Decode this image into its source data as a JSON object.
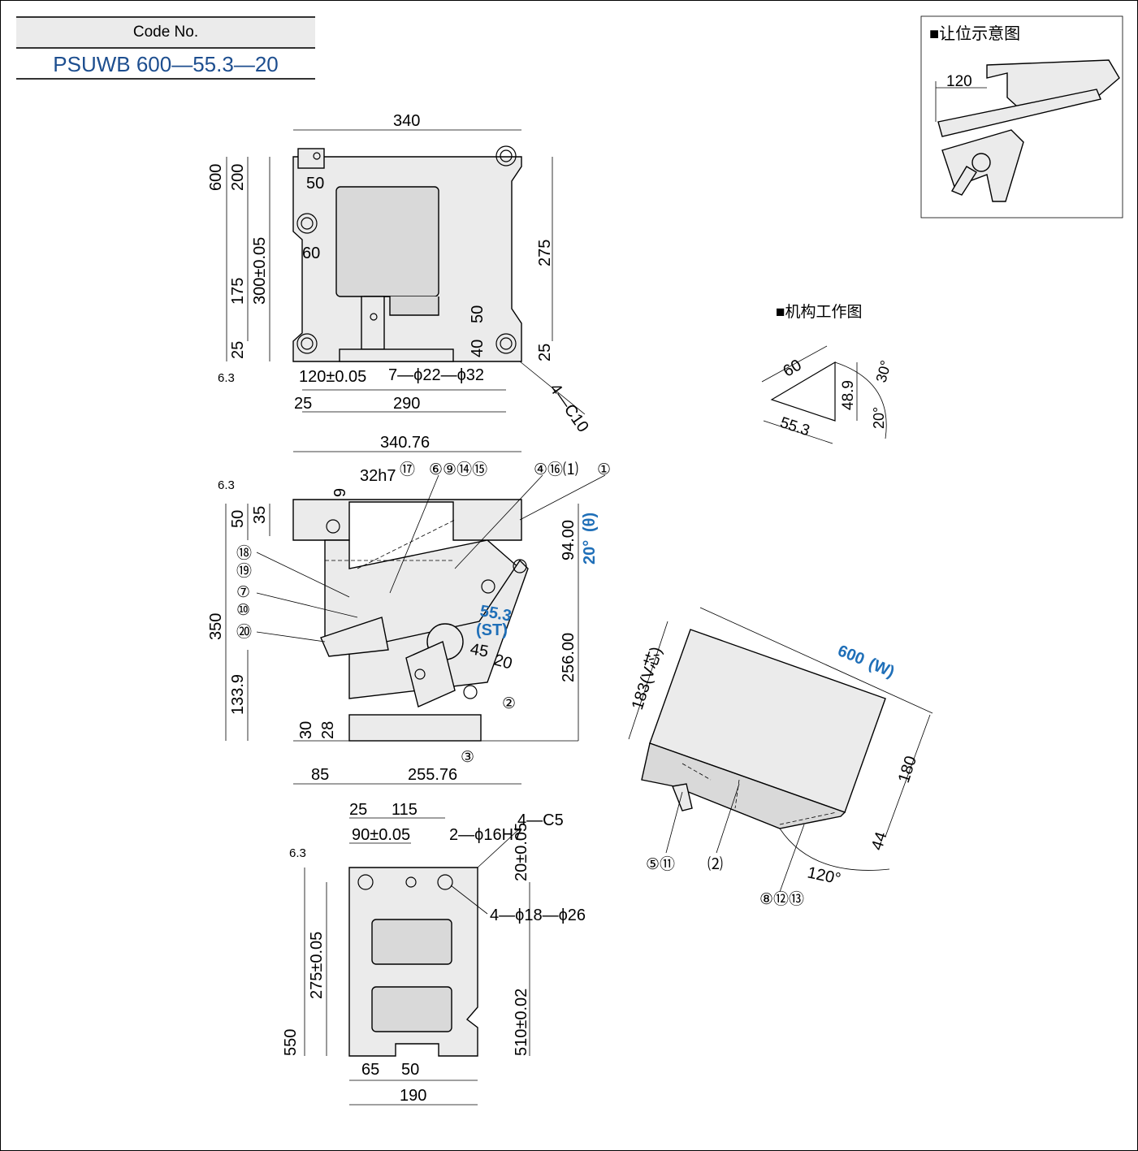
{
  "code_box": {
    "header": "Code No.",
    "value": "PSUWB 600—55.3—20"
  },
  "inset_clearance": {
    "title": "■让位示意图",
    "dim_120": "120"
  },
  "inset_mechanism": {
    "title": "■机构工作图",
    "d60": "60",
    "d48_9": "48.9",
    "d55_3": "55.3",
    "a30": "30°",
    "a20": "20°"
  },
  "top_view": {
    "d340": "340",
    "d600": "600",
    "d200": "200",
    "d50a": "50",
    "d60": "60",
    "d300": "300±0.05",
    "d175": "175",
    "d275": "275",
    "d50b": "50",
    "d40": "40",
    "d25a": "25",
    "d25b": "25",
    "d120": "120±0.05",
    "holes": "7—ϕ22—ϕ32",
    "chamfer": "4—C10",
    "d25c": "25",
    "d290": "290",
    "rough": "6.3"
  },
  "front_view": {
    "d340_76": "340.76",
    "d32h7": "32h7",
    "d9": "9",
    "d50": "50",
    "d35": "35",
    "d350": "350",
    "d133_9": "133.9",
    "d30": "30",
    "d28": "28",
    "d85": "85",
    "d255_76": "255.76",
    "d94": "94.00",
    "d256": "256.00",
    "angle": "20°",
    "theta": "(θ)",
    "st": "55.3",
    "st_label": "(ST)",
    "d45": "45",
    "d20": "20",
    "rough": "6.3",
    "callouts": [
      "①",
      "②",
      "③",
      "④⑯⑴",
      "⑥⑨⑭⑮",
      "⑰",
      "⑱",
      "⑲",
      "⑦",
      "⑩",
      "⑳"
    ]
  },
  "bottom_view": {
    "d25": "25",
    "d115": "115",
    "d90": "90±0.05",
    "pins": "2—ϕ16H7",
    "chamfer": "4—C5",
    "d20": "20±0.05",
    "holes": "4—ϕ18—ϕ26",
    "d275": "275±0.05",
    "d550": "550",
    "d510": "510±0.02",
    "d65": "65",
    "d50": "50",
    "d190": "190",
    "rough": "6.3"
  },
  "iso_view": {
    "d600": "600",
    "w": "(W)",
    "d183": "183(V芯)",
    "d180": "180",
    "d44": "44",
    "angle": "120°",
    "c5_11": "⑤⑪",
    "c22": "⑵",
    "c8_12_13": "⑧⑫⑬"
  }
}
